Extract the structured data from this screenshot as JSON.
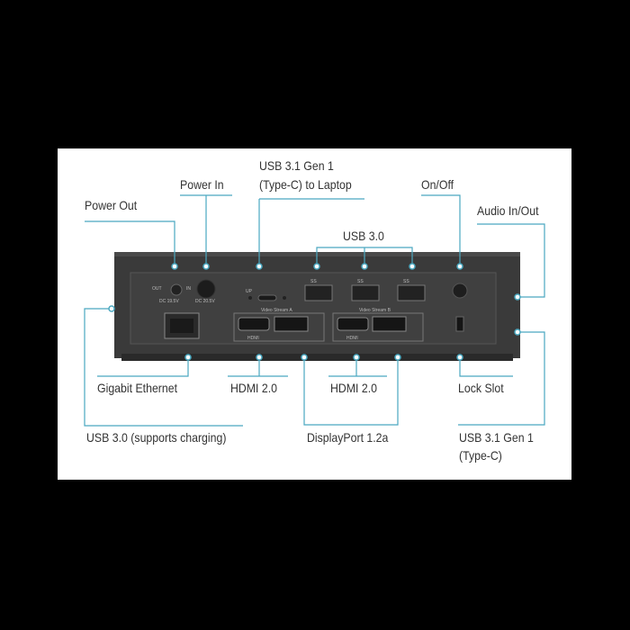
{
  "diagram": {
    "title": "Docking station rear panel port diagram",
    "accent_color": "#4aa8c0",
    "device_color": "#3e3e3e",
    "labels": {
      "power_out": "Power Out",
      "power_in": "Power In",
      "usb_c_laptop_line1": "USB 3.1 Gen 1",
      "usb_c_laptop_line2": "(Type-C) to Laptop",
      "usb30_top": "USB 3.0",
      "on_off": "On/Off",
      "audio": "Audio In/Out",
      "gigabit": "Gigabit Ethernet",
      "hdmi_a": "HDMI 2.0",
      "hdmi_b": "HDMI 2.0",
      "lock": "Lock Slot",
      "usb30_charging": "USB 3.0 (supports charging)",
      "displayport": "DisplayPort 1.2a",
      "usb_c_line1": "USB 3.1 Gen 1",
      "usb_c_line2": "(Type-C)"
    },
    "device_text": {
      "out": "OUT",
      "in": "IN",
      "dc_out": "DC 19.5V",
      "dc_in": "DC 20.5V",
      "up": "UP",
      "stream_a": "Video Stream A",
      "stream_b": "Video Stream B",
      "hdmi": "HDMI",
      "ss": "SS"
    }
  }
}
